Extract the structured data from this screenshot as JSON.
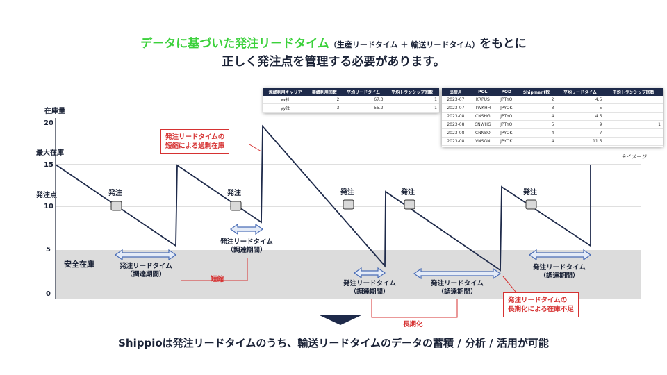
{
  "headline": {
    "line1_green": "データに基づいた発注リードタイム",
    "line1_small": "（生産リードタイム ＋ 輸送リードタイム）",
    "line1_tail": "をもとに",
    "line2": "正しく発注点を管理する必要があります。"
  },
  "image_note": "※イメージ",
  "axis": {
    "title": "在庫量",
    "labels": {
      "max": "最大在庫",
      "reorder": "発注点",
      "safety": "安全在庫"
    },
    "ticks": [
      "20",
      "15",
      "10",
      "5",
      "0"
    ]
  },
  "order_label": "発注",
  "caption_lt": "発注リードタイム",
  "caption_lt_sub": "（調達期間）",
  "callout_short": {
    "line1": "発注リードタイムの",
    "line2": "短縮による過剰在庫"
  },
  "callout_long": {
    "line1": "発注リードタイムの",
    "line2": "長期化による在庫不足"
  },
  "label_short": "短縮",
  "label_long": "長期化",
  "bottom_text": "Shippioは発注リードタイムのうち、輸送リードタイムのデータの蓄積 / 分析 / 活用が可能",
  "table_carrier": {
    "headers": [
      "添蔵利用キャリア",
      "業績利用回数",
      "平均リードタイム",
      "平均トランシップ回数"
    ],
    "rows": [
      [
        "xx社",
        "2",
        "67.3",
        "1"
      ],
      [
        "yy社",
        "3",
        "55.2",
        "1"
      ]
    ]
  },
  "table_shipment": {
    "headers": [
      "出荷月",
      "POL",
      "POD",
      "Shipment数",
      "平均リードタイム",
      "平均トランシップ回数"
    ],
    "rows": [
      [
        "2023-07",
        "KRPUS",
        "JPTYO",
        "2",
        "4.5",
        ""
      ],
      [
        "2023-07",
        "TWKHH",
        "JPYOK",
        "3",
        "5",
        ""
      ],
      [
        "2023-08",
        "CNSHG",
        "JPTYO",
        "4",
        "4.5",
        ""
      ],
      [
        "2023-08",
        "CNWHG",
        "JPTYO",
        "5",
        "9",
        "1"
      ],
      [
        "2023-08",
        "CNNBO",
        "JPYOK",
        "4",
        "7",
        ""
      ],
      [
        "2023-08",
        "VNSGN",
        "JPYOK",
        "4",
        "11.5",
        ""
      ]
    ]
  },
  "colors": {
    "navy": "#1e2a4a",
    "red": "#d63232",
    "green": "#3bd13b",
    "safety": "#dcdcdc",
    "arrow_fill": "#e4ebf7",
    "arrow_stroke": "#4a6db6"
  }
}
